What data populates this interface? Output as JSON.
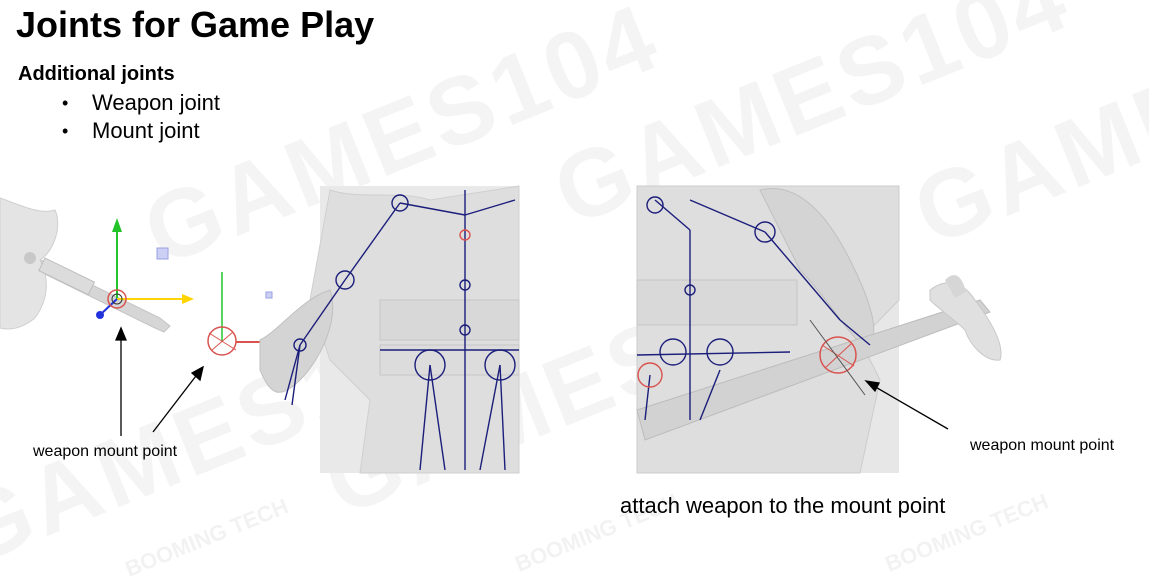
{
  "slide": {
    "title": "Joints for Game Play",
    "subtitle": "Additional joints",
    "bullets": [
      "Weapon joint",
      "Mount joint"
    ],
    "caption_left": "weapon mount point",
    "caption_right": "weapon mount point",
    "caption_bottom": "attach weapon to the mount point"
  },
  "watermark": {
    "main": "GAMES104",
    "secondary": "BOOMING TECH"
  },
  "colors": {
    "bone": "#1b1e7a",
    "joint_highlight": "#d9534f",
    "gizmo_x": "#ffd400",
    "gizmo_y": "#22c42a",
    "gizmo_z": "#2233dd",
    "model": "#e2e2e2"
  }
}
